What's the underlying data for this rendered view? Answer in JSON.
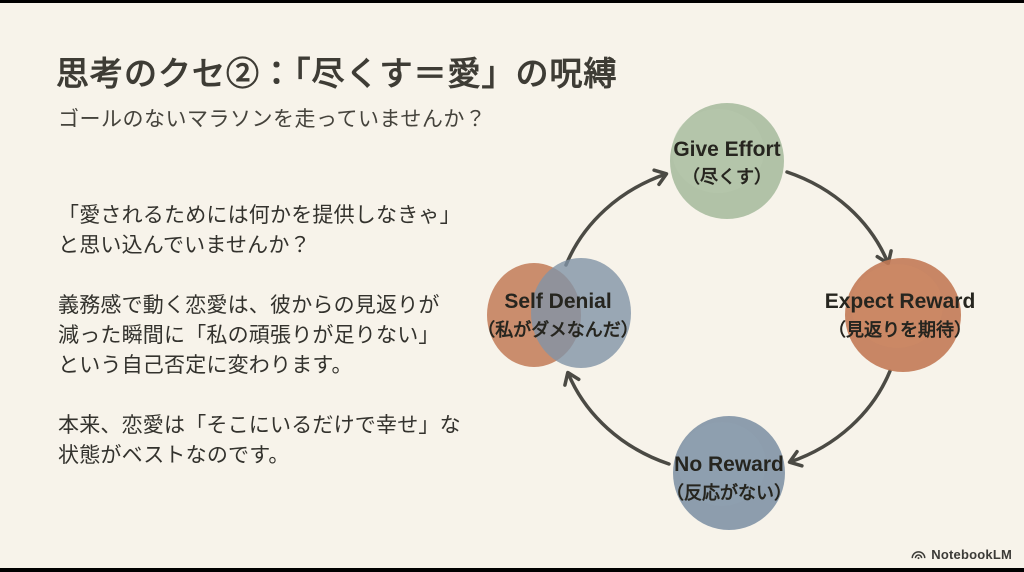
{
  "slide": {
    "title": "思考のクセ②：「尽くす＝愛」の呪縛",
    "subtitle": "ゴールのないマラソンを走っていませんか？",
    "paragraphs": [
      "「愛されるためには何かを提供しなきゃ」\nと思い込んでいませんか？",
      "義務感で動く恋愛は、彼からの見返りが\n減った瞬間に「私の頑張りが足りない」\nという自己否定に変わります。",
      "本来、恋愛は「そこにいるだけで幸せ」な\n状態がベストなのです。"
    ],
    "background_color": "#f7f3ea",
    "title_color": "#3e3c35",
    "text_color": "#33322d"
  },
  "diagram": {
    "type": "cycle",
    "direction": "clockwise",
    "arrow_color": "#4b4a44",
    "nodes": [
      {
        "id": "give-effort",
        "position": "top",
        "label_en": "Give Effort",
        "label_ja": "（尽くす）",
        "color": "#a9bda0"
      },
      {
        "id": "expect-reward",
        "position": "right",
        "label_en": "Expect Reward",
        "label_ja": "（見返りを期待）",
        "color": "#c27a57"
      },
      {
        "id": "no-reward",
        "position": "bottom",
        "label_en": "No Reward",
        "label_ja": "（反応がない）",
        "color": "#8194a6"
      },
      {
        "id": "self-denial",
        "position": "left",
        "label_en": "Self Denial",
        "label_ja": "（私がダメなんだ）",
        "color_left": "#c27a57",
        "color_right": "#8194a6"
      }
    ],
    "flow": [
      "Give Effort",
      "Expect Reward",
      "No Reward",
      "Self Denial",
      "Give Effort"
    ]
  },
  "footer": {
    "brand": "NotebookLM",
    "icon": "notebooklm-logo-icon"
  }
}
